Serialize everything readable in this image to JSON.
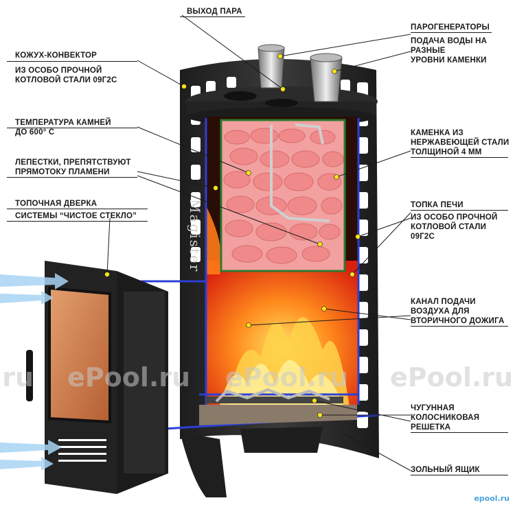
{
  "labels": {
    "steam_outlet": "ВЫХОД ПАРА",
    "steam_generators": "ПАРОГЕНЕРАТОРЫ",
    "water_supply": "ПОДАЧА ВОДЫ НА\nРАЗНЫЕ\nУРОВНИ КАМЕНКИ",
    "convector_title": "КОЖУХ-КОНВЕКТОР",
    "convector_desc": "ИЗ ОСОБО ПРОЧНОЙ\nКОТЛОВОЙ СТАЛИ 09Г2С",
    "stone_temp": "ТЕМПЕРАТУРА КАМНЕЙ\nДО 600° С",
    "petals": "ЛЕПЕСТКИ, ПРЕПЯТСТВУЮТ\nПРЯМОТОКУ ПЛАМЕНИ",
    "door_title": "ТОПОЧНАЯ ДВЕРКА",
    "door_desc": "СИСТЕМЫ “ЧИСТОЕ СТЕКЛО”",
    "heater": "КАМЕНКА ИЗ\nНЕРЖАВЕЮЩЕЙ СТАЛИ\nТОЛЩИНОЙ 4 ММ",
    "firebox_title": "ТОПКА ПЕЧИ",
    "firebox_desc": "ИЗ ОСОБО ПРОЧНОЙ\nКОТЛОВОЙ СТАЛИ\n09Г2С",
    "air_channel": "КАНАЛ ПОДАЧИ\nВОЗДУХА ДЛЯ\nВТОРИЧНОГО ДОЖИГА",
    "grate": "ЧУГУННАЯ\nКОЛОСНИКОВАЯ\nРЕШЕТКА",
    "ash_box": "ЗОЛЬНЫЙ ЯЩИК"
  },
  "watermark": "ePool.ru",
  "corner_logo": "epool.ru",
  "brand_text": "Magister",
  "colors": {
    "steel": "#2a2a2a",
    "fire": "#f26a1b",
    "stones": "#f08a8a",
    "edge": "#2b3fd6",
    "pointer": "#f4e21b"
  }
}
